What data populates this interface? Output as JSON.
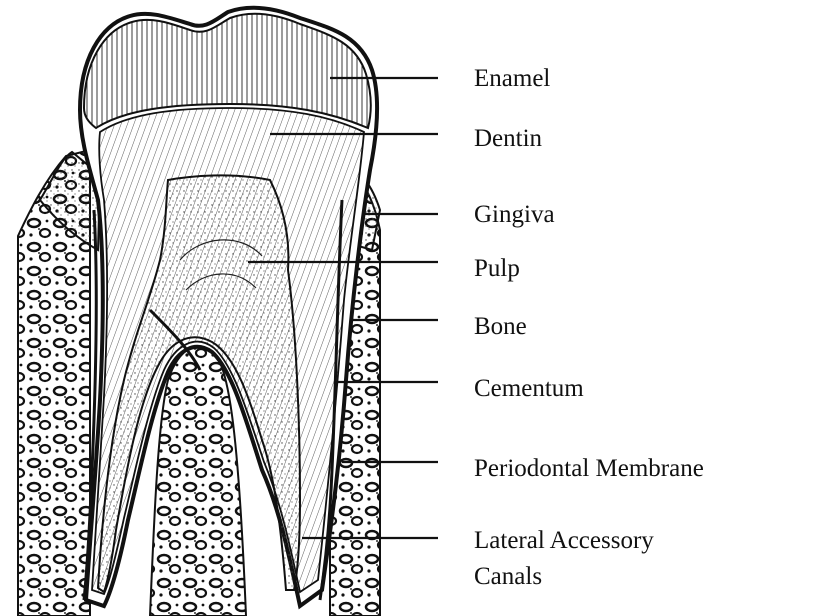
{
  "labels": [
    {
      "id": "enamel",
      "text": "Enamel"
    },
    {
      "id": "dentin",
      "text": "Dentin"
    },
    {
      "id": "gingiva",
      "text": "Gingiva"
    },
    {
      "id": "pulp",
      "text": "Pulp"
    },
    {
      "id": "bone",
      "text": "Bone"
    },
    {
      "id": "cementum",
      "text": "Cementum"
    },
    {
      "id": "periodontal-membrane",
      "text": "Periodontal Membrane"
    },
    {
      "id": "lateral-accessory-canals",
      "line1": "Lateral Accessory",
      "line2": "Canals"
    }
  ],
  "colors": {
    "ink": "#111111",
    "paper": "#ffffff",
    "tissue": "#f2f2f2"
  }
}
